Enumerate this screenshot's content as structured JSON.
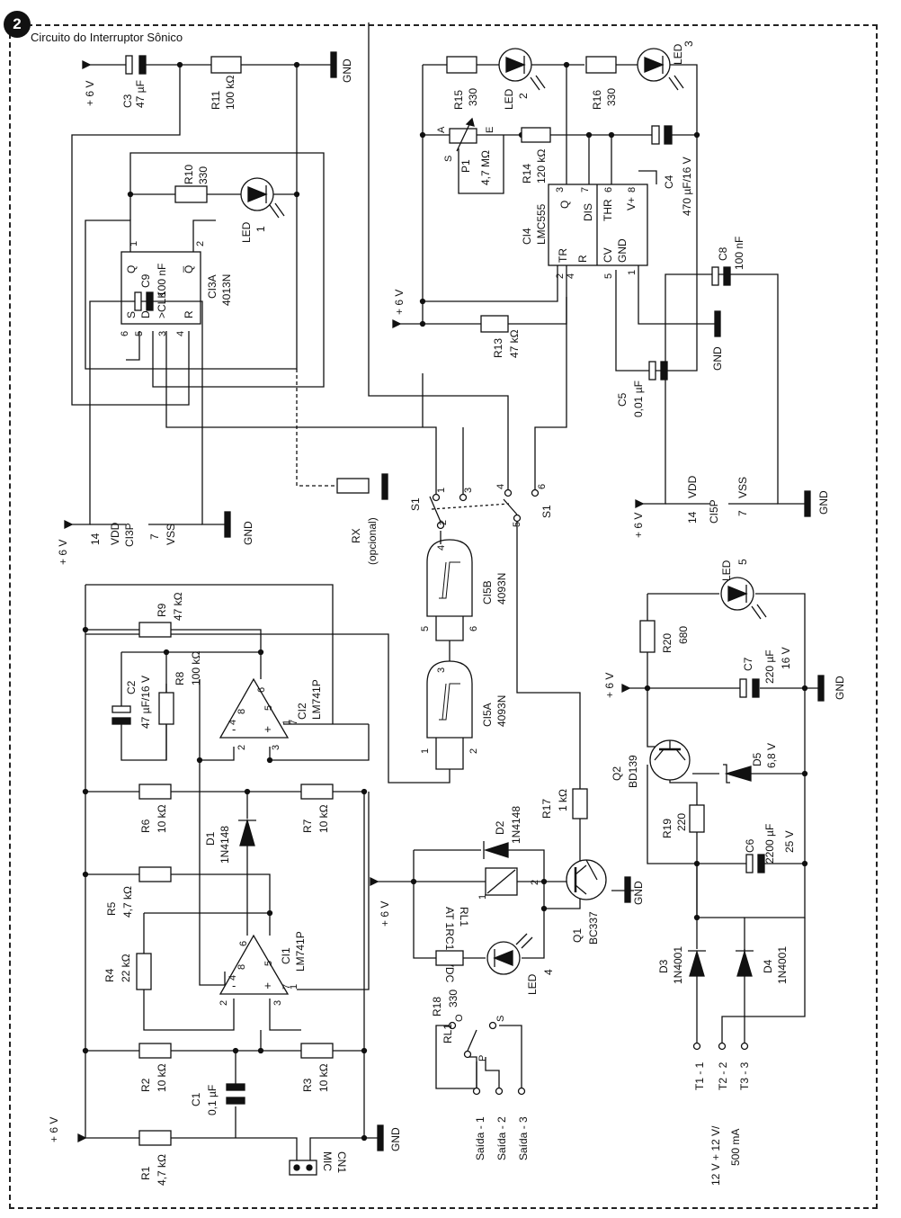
{
  "figure": {
    "number": "2",
    "title": "Circuito do Interruptor Sônico"
  },
  "components": {
    "c3": {
      "ref": "C3",
      "value": "47 µF"
    },
    "r11": {
      "ref": "R11",
      "value": "100 kΩ"
    },
    "r10": {
      "ref": "R10",
      "value": "330"
    },
    "led1": {
      "ref": "LED",
      "num": "1"
    },
    "ci3a": {
      "ref": "CI3A",
      "part": "4013N",
      "pins": [
        "Q",
        "Q̅",
        "S",
        "D",
        ">CLK",
        "R"
      ],
      "pin_numbers": [
        "1",
        "2",
        "6",
        "5",
        "3",
        "4"
      ]
    },
    "c9": {
      "ref": "C9",
      "value": "100 nF"
    },
    "ci3p": {
      "ref": "CI3P",
      "vdd": "VDD",
      "vss": "VSS",
      "pin_vdd": "14",
      "pin_vss": "7"
    },
    "rx": {
      "ref": "RX",
      "note": "(opcional)"
    },
    "s1": {
      "ref": "S1",
      "ref2": "S1",
      "pins": [
        "1",
        "2",
        "3",
        "4",
        "5",
        "6"
      ]
    },
    "ci5b": {
      "ref": "CI5B",
      "part": "4093N",
      "pins": [
        "4",
        "5",
        "6"
      ]
    },
    "ci5a": {
      "ref": "CI5A",
      "part": "4093N",
      "pins": [
        "1",
        "2",
        "3"
      ]
    },
    "r15": {
      "ref": "R15",
      "value": "330"
    },
    "led2": {
      "ref": "LED",
      "num": "2"
    },
    "r16": {
      "ref": "R16",
      "value": "330"
    },
    "led3": {
      "ref": "LED",
      "num": "3"
    },
    "p1": {
      "ref": "P1",
      "value": "4,7 MΩ",
      "pins": [
        "A",
        "S",
        "E"
      ]
    },
    "r14": {
      "ref": "R14",
      "value": "120 kΩ"
    },
    "c4": {
      "ref": "C4",
      "value": "470 µF/16 V"
    },
    "ci4": {
      "ref": "CI4",
      "part": "LMC555",
      "pins": [
        "TR",
        "R",
        "CV",
        "GND",
        "Q",
        "DIS",
        "THR",
        "V+"
      ],
      "pin_numbers": [
        "2",
        "4",
        "5",
        "1",
        "3",
        "7",
        "6",
        "8"
      ]
    },
    "r13": {
      "ref": "R13",
      "value": "47 kΩ"
    },
    "c5": {
      "ref": "C5",
      "value": "0,01 µF"
    },
    "c8": {
      "ref": "C8",
      "value": "100 nF"
    },
    "ci5p": {
      "ref": "CI5P",
      "vdd": "VDD",
      "vss": "VSS",
      "pin_vdd": "14",
      "pin_vss": "7"
    },
    "r9": {
      "ref": "R9",
      "value": "47 kΩ"
    },
    "r8": {
      "ref": "R8",
      "value": "100 kΩ"
    },
    "c2": {
      "ref": "C2",
      "value": "47 µF/16 V"
    },
    "ci2": {
      "ref": "CI2",
      "part": "LM741P",
      "pins": [
        "6",
        "5",
        "4",
        "8",
        "3",
        "1",
        "7",
        "2"
      ]
    },
    "r6": {
      "ref": "R6",
      "value": "10 kΩ"
    },
    "r7": {
      "ref": "R7",
      "value": "10 kΩ"
    },
    "d1": {
      "ref": "D1",
      "value": "1N4148"
    },
    "r5": {
      "ref": "R5",
      "value": "4,7 kΩ"
    },
    "r4": {
      "ref": "R4",
      "value": "22 kΩ"
    },
    "ci1": {
      "ref": "CI1",
      "part": "LM741P",
      "pins": [
        "6",
        "5",
        "4",
        "8",
        "2",
        "3",
        "7",
        "1"
      ]
    },
    "r2": {
      "ref": "R2",
      "value": "10 kΩ"
    },
    "r3": {
      "ref": "R3",
      "value": "10 kΩ"
    },
    "c1": {
      "ref": "C1",
      "value": "0,1 µF"
    },
    "r1": {
      "ref": "R1",
      "value": "4,7 kΩ"
    },
    "cn1": {
      "ref": "CN1",
      "label": "MIC"
    },
    "r17": {
      "ref": "R17",
      "value": "1 kΩ"
    },
    "d2": {
      "ref": "D2",
      "value": "1N4148"
    },
    "rl1": {
      "ref": "RL1",
      "value": "AT 1RC1-6VDC",
      "pins": [
        "1",
        "2"
      ]
    },
    "q1": {
      "ref": "Q1",
      "value": "BC337"
    },
    "r18": {
      "ref": "R18",
      "value": "330"
    },
    "led4": {
      "ref": "LED",
      "num": "4"
    },
    "rl1_contacts": {
      "ref": "RL1",
      "o": "O",
      "p": "P",
      "s": "S",
      "outputs": [
        "Saída - 1",
        "Saída - 2",
        "Saída - 3"
      ]
    },
    "led5": {
      "ref": "LED",
      "num": "5"
    },
    "r20": {
      "ref": "R20",
      "value": "680"
    },
    "c7": {
      "ref": "C7",
      "value": "220 µF",
      "voltage": "16 V"
    },
    "q2": {
      "ref": "Q2",
      "value": "BD139"
    },
    "d5": {
      "ref": "D5",
      "value": "6,8 V"
    },
    "r19": {
      "ref": "R19",
      "value": "220"
    },
    "c6": {
      "ref": "C6",
      "value": "2200 µF",
      "voltage": "25 V"
    },
    "d3": {
      "ref": "D3",
      "value": "1N4001"
    },
    "d4": {
      "ref": "D4",
      "value": "1N4001"
    },
    "transformer": {
      "terminals": [
        "T1 - 1",
        "T2 - 2",
        "T3 - 3"
      ],
      "rating": "12 V + 12 V/",
      "current": "500 mA"
    }
  },
  "rails": {
    "vplus": "+ 6 V",
    "gnd": "GND"
  }
}
